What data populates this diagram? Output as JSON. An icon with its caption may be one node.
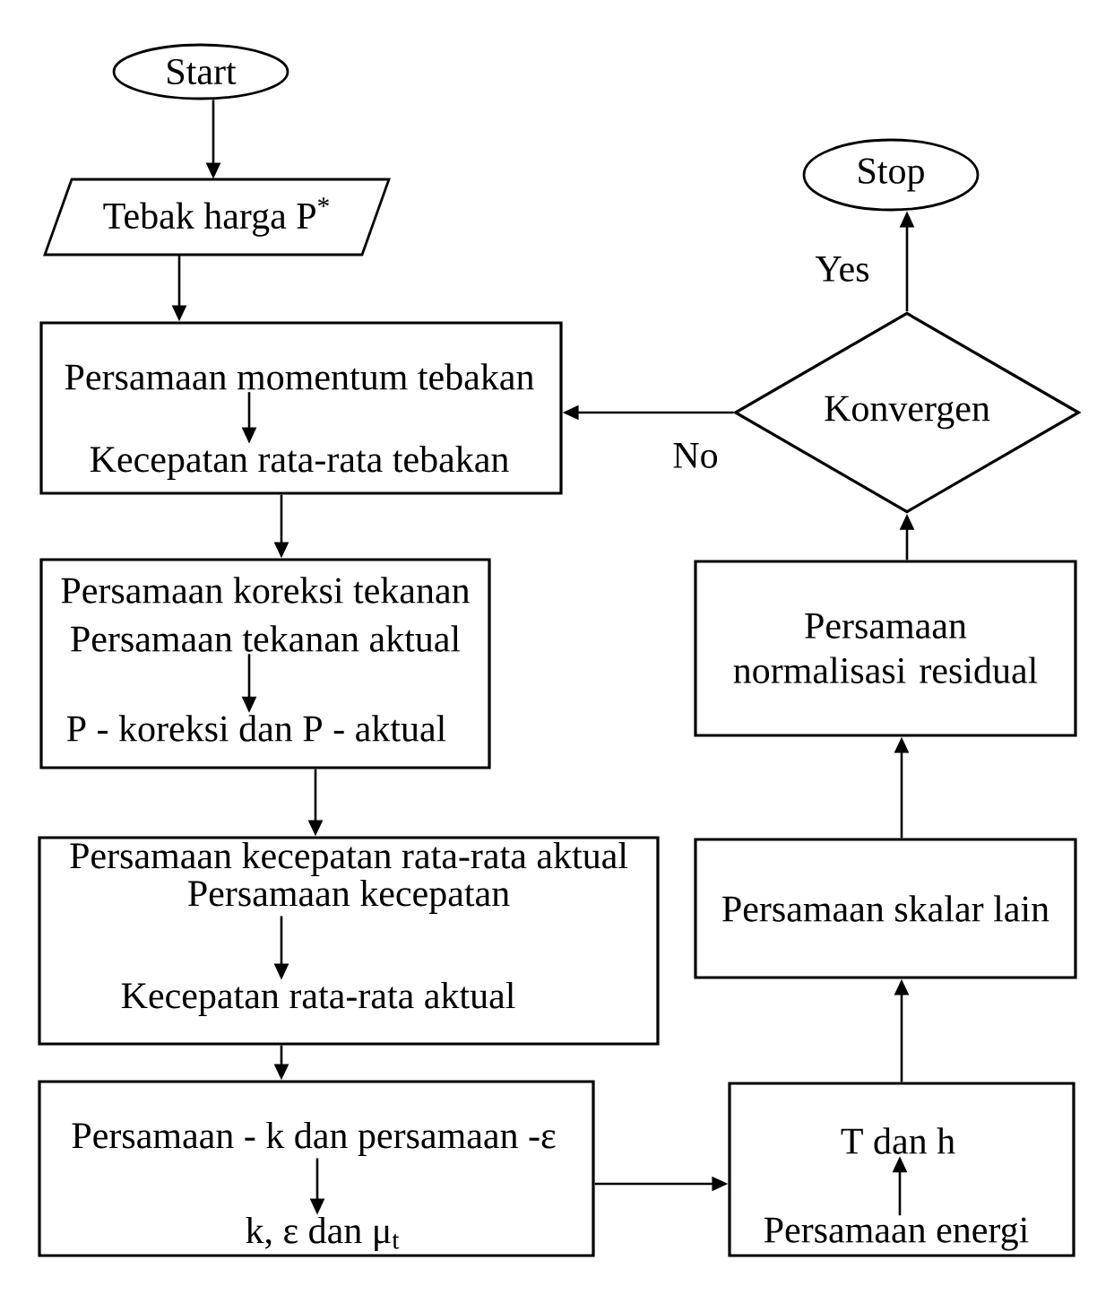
{
  "diagram": {
    "nodes": [
      {
        "text": [
          "Start"
        ]
      },
      {
        "text": [
          "Tebak harga P$^{*}$"
        ]
      },
      {
        "text": [],
        "shape": "box"
      },
      {
        "text": [
          "Persamaan momentum tebakan"
        ],
        "in": 2
      },
      {
        "text": [
          "Kecepatan rata-rata tebakan"
        ],
        "in": 2
      },
      {
        "text": [],
        "shape": "box"
      },
      {
        "text": [
          "Persamaan koreksi tekanan",
          "Persamaan tekanan aktual"
        ],
        "in": 5
      },
      {
        "text": [
          "P - koreksi dan P - aktual"
        ],
        "in": 5
      },
      {
        "text": [],
        "shape": "box"
      },
      {
        "text": [
          "Persamaan kecepatan rata-rata aktual",
          "Persamaan kecepatan"
        ],
        "in": 8
      },
      {
        "text": [
          "Kecepatan rata-rata aktual"
        ],
        "in": 8
      },
      {
        "text": [],
        "shape": "box"
      },
      {
        "text": [
          "Persamaan - k dan persamaan -ε"
        ],
        "in": 11
      },
      {
        "text": [
          "k, ε dan μ$_{t}$"
        ],
        "in": 11
      },
      {
        "text": [],
        "shape": "box"
      },
      {
        "text": [
          "T dan h"
        ],
        "in": 14
      },
      {
        "text": [
          "Persamaan energi"
        ],
        "in": 14
      },
      {
        "text": [
          "Persamaan skalar lain"
        ]
      },
      {
        "text": [
          "Persamaan normalisasi residual"
        ]
      },
      {
        "text": [
          "Konvergen"
        ]
      },
      {
        "text": [
          "Stop"
        ]
      }
    ],
    "edges": [
      {
        "from": 0,
        "to": 1,
        "arrow": "to"
      },
      {
        "from": 1,
        "to": 2,
        "arrow": "to"
      },
      {
        "from": 3,
        "to": 4,
        "arrow": "to"
      },
      {
        "from": 2,
        "to": 5,
        "arrow": "to"
      },
      {
        "from": 6,
        "to": 7,
        "arrow": "to"
      },
      {
        "from": 5,
        "to": 8,
        "arrow": "to"
      },
      {
        "from": 9,
        "to": 10,
        "arrow": "to"
      },
      {
        "from": 8,
        "to": 11,
        "arrow": "to"
      },
      {
        "from": 12,
        "to": 13,
        "arrow": "to"
      },
      {
        "from": 11,
        "to": 14,
        "arrow": "to"
      },
      {
        "from": 16,
        "to": 15,
        "arrow": "to"
      },
      {
        "from": 14,
        "to": 17,
        "arrow": "to"
      },
      {
        "from": 17,
        "to": 18,
        "arrow": "to"
      },
      {
        "from": 18,
        "to": 19,
        "arrow": "to"
      },
      {
        "from": 19,
        "to": 20,
        "arrow": "to",
        "label": "Yes"
      },
      {
        "from": 19,
        "to": 2,
        "arrow": "to",
        "label": "No"
      }
    ]
  }
}
